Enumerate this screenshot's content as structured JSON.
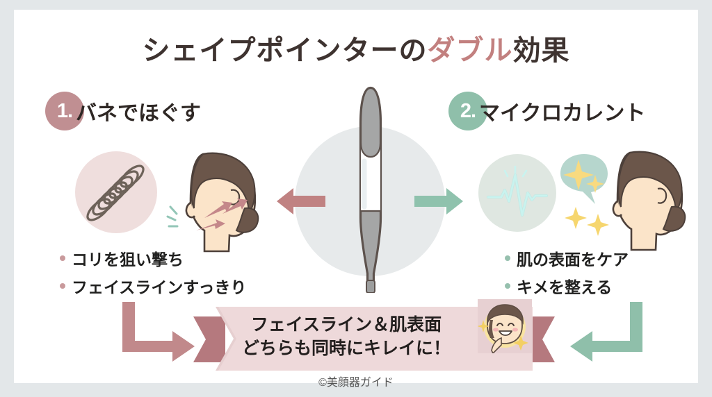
{
  "title": {
    "part1": "シェイプポインターの",
    "highlight": "ダブル",
    "part2": "効果"
  },
  "sections": [
    {
      "number": "1.",
      "label": "バネでほぐす",
      "icon": "spring-coil-icon",
      "color": "#c08f92",
      "bullets": [
        "コリを狙い撃ち",
        "フェイスラインすっきり"
      ]
    },
    {
      "number": "2.",
      "label": "マイクロカレント",
      "icon": "pulse-wave-icon",
      "color": "#8fbfaa",
      "bullets": [
        "肌の表面をケア",
        "キメを整える"
      ]
    }
  ],
  "center": {
    "device_name": "shape-pointer-device",
    "arrow_left": "arrow-left-rose",
    "arrow_right": "arrow-right-green"
  },
  "ribbon": {
    "line1": "フェイスライン＆肌表面",
    "line2": "どちらも同時にキレイに！",
    "woman": "smiling-woman-illustration"
  },
  "footer": {
    "credit": "©美顔器ガイド"
  },
  "colors": {
    "rose": "#c08f92",
    "rose_dark": "#b5777b",
    "green": "#8fbfaa",
    "title_dark": "#3e3330",
    "title_accent": "#c2807f",
    "ribbon_bg": "#edd8d9",
    "ribbon_tail": "#b5797e",
    "page_bg": "#e3e7e9",
    "card_bg": "#ffffff"
  }
}
